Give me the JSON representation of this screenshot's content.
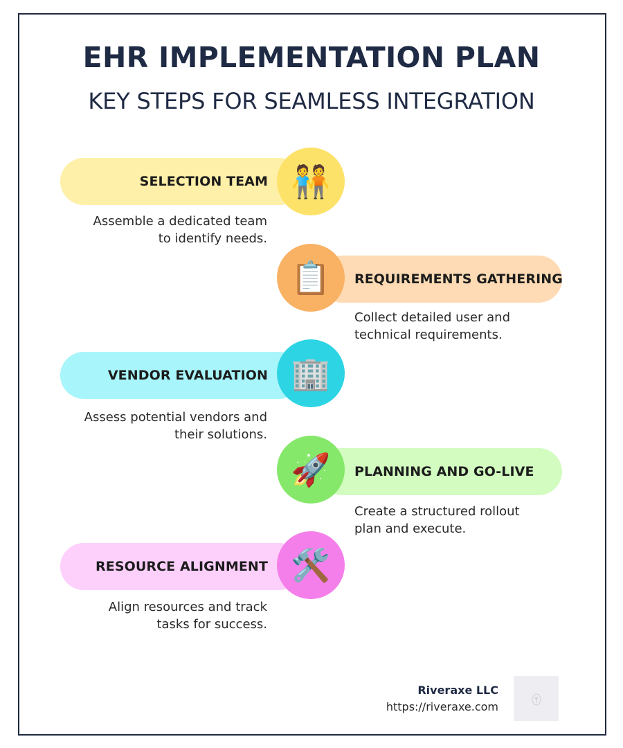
{
  "header": {
    "title": "EHR IMPLEMENTATION PLAN",
    "subtitle": "KEY STEPS FOR SEAMLESS INTEGRATION"
  },
  "steps": [
    {
      "label": "SELECTION TEAM",
      "description_lines": [
        "Assemble a dedicated team",
        "to identify needs."
      ],
      "icon": "people-holding-hands-icon",
      "icon_glyph": "🧑‍🤝‍🧑",
      "side": "left",
      "pill_color": "#fef0a8",
      "circle_color": "#fde26a"
    },
    {
      "label": "REQUIREMENTS GATHERING",
      "description_lines": [
        "Collect detailed user and",
        "technical requirements."
      ],
      "icon": "clipboard-icon",
      "icon_glyph": "📋",
      "side": "right",
      "pill_color": "#fedbb4",
      "circle_color": "#f9b163"
    },
    {
      "label": "VENDOR EVALUATION",
      "description_lines": [
        "Assess potential vendors and",
        "their solutions."
      ],
      "icon": "office-building-icon",
      "icon_glyph": "🏢",
      "side": "left",
      "pill_color": "#a8f6fb",
      "circle_color": "#2cd4e4"
    },
    {
      "label": "PLANNING AND GO-LIVE",
      "description_lines": [
        "Create a structured rollout",
        "plan and execute."
      ],
      "icon": "rocket-icon",
      "icon_glyph": "🚀",
      "side": "right",
      "pill_color": "#d2fcc0",
      "circle_color": "#86e86a"
    },
    {
      "label": "RESOURCE ALIGNMENT",
      "description_lines": [
        "Align resources and track",
        "tasks for success."
      ],
      "icon": "hammer-and-wrench-icon",
      "icon_glyph": "🛠️",
      "side": "left",
      "pill_color": "#fdd0fb",
      "circle_color": "#f57fea"
    }
  ],
  "footer": {
    "company": "Riveraxe LLC",
    "url": "https://riveraxe.com",
    "logo_icon": "logo-placeholder-icon"
  },
  "colors": {
    "frame_border": "#1f2a40",
    "title_text": "#1f2a44",
    "body_text": "#2a2a2a",
    "logo_bg": "#eeeef2"
  }
}
